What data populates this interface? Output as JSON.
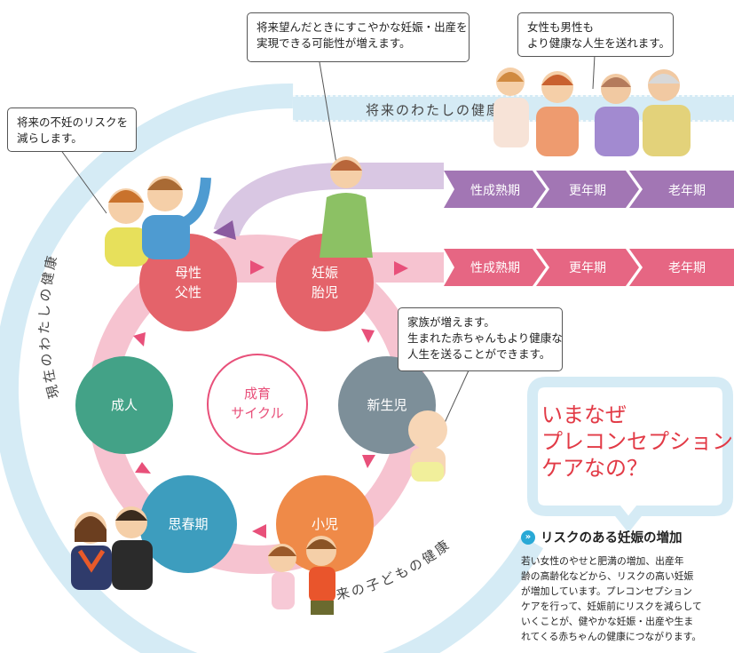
{
  "callouts": {
    "top": [
      "将来望んだときにすこやかな妊娠・出産を",
      "実現できる可能性が増えます。"
    ],
    "right": [
      "女性も男性も",
      "より健康な人生を送れます。"
    ],
    "left": [
      "将来の不妊のリスクを",
      "減らします。"
    ],
    "family": [
      "家族が増えます。",
      "生まれた赤ちゃんもより健康な",
      "人生を送ることができます。"
    ]
  },
  "bands": {
    "future_self": "将来のわたしの健康",
    "current_self": "現在のわたしの健康",
    "future_child": "将来の子どもの健康"
  },
  "stages": {
    "parents": [
      "母性",
      "父性"
    ],
    "pregnancy": [
      "妊娠",
      "胎児"
    ],
    "newborn": "新生児",
    "child": "小児",
    "adolescence": "思春期",
    "adult": "成人"
  },
  "center": [
    "成育",
    "サイクル"
  ],
  "timeline_top": [
    "性成熟期",
    "更年期",
    "老年期"
  ],
  "timeline_bottom": [
    "性成熟期",
    "更年期",
    "老年期"
  ],
  "headline": [
    "いまなぜ",
    "プレコンセプション",
    "ケアなの？"
  ],
  "risk": {
    "bullet": "»",
    "title": "リスクのある妊娠の増加",
    "body": [
      "若い女性のやせと肥満の増加、出産年",
      "齢の高齢化などから、リスクの高い妊娠",
      "が増加しています。プレコンセプション",
      "ケアを行って、妊娠前にリスクを減らして",
      "いくことが、健やかな妊娠・出産や生ま",
      "れてくる赤ちゃんの健康につながります。"
    ]
  },
  "colors": {
    "band": "#d5ebf5",
    "ring": "#f6c3d0",
    "red": "#e4636a",
    "gray": "#7d8f99",
    "orange": "#ef8a48",
    "blue": "#3d9dbe",
    "teal": "#43a287",
    "purple": "#a276b4",
    "pink_chevron": "#e66683",
    "headline": "#e23a46"
  }
}
